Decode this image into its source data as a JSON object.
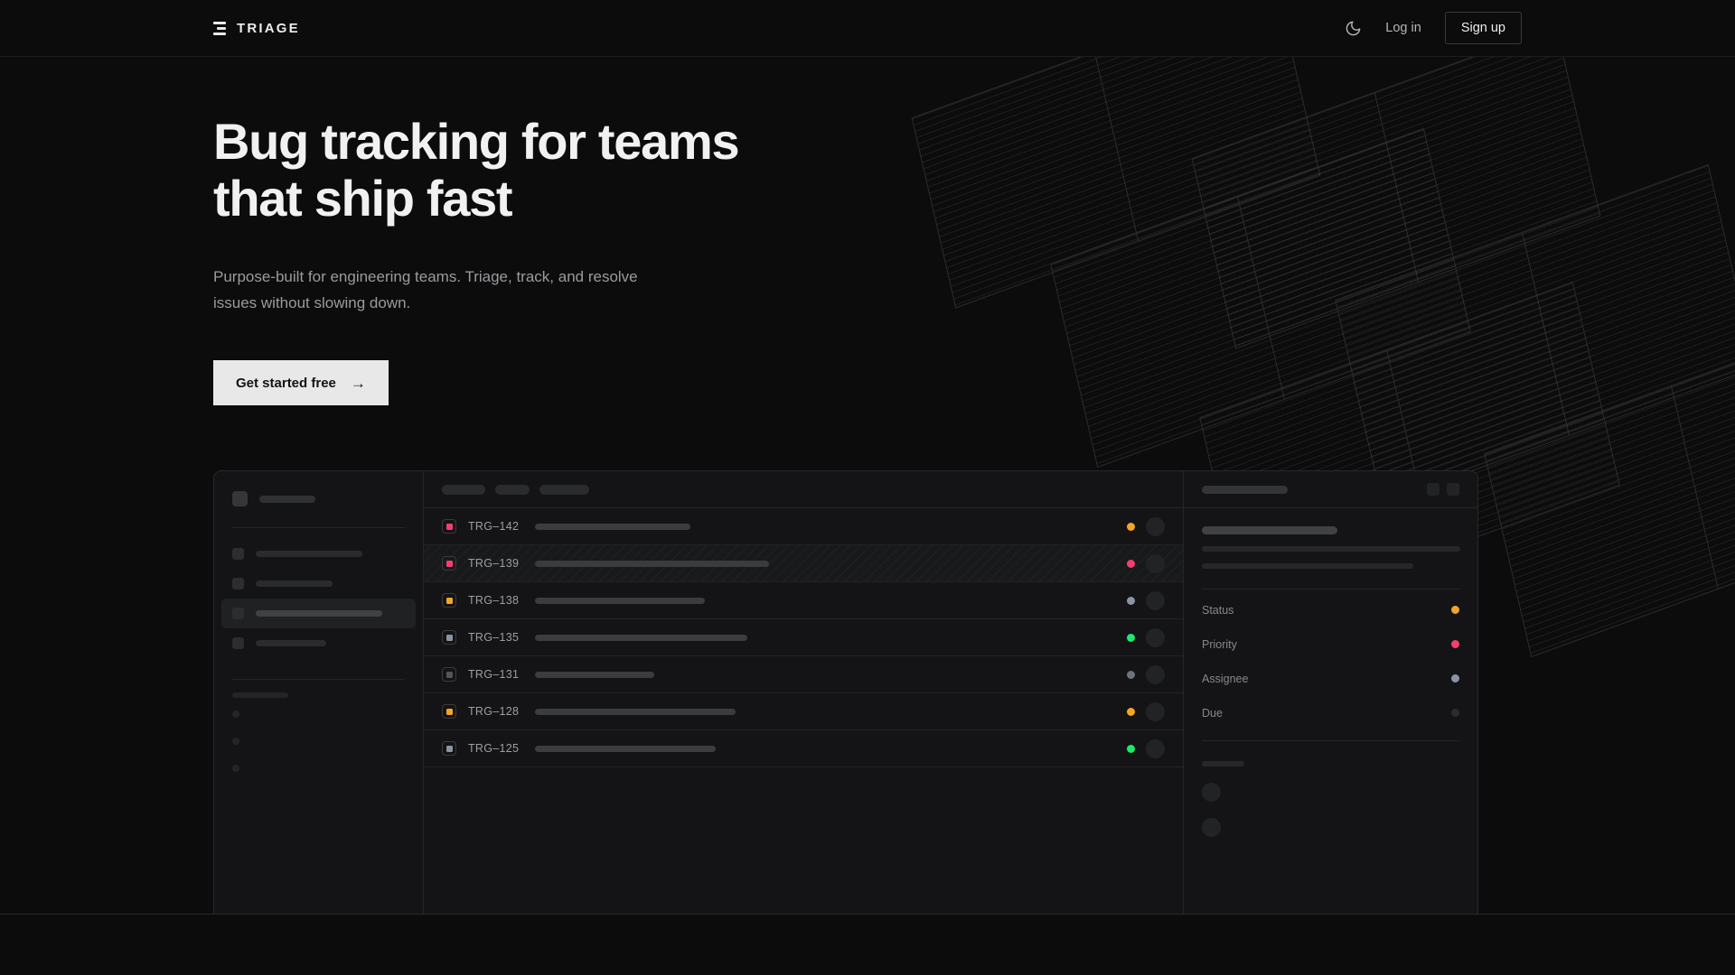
{
  "header": {
    "brand_name": "TRIAGE",
    "brand_icon": "stacked-bars-logo",
    "theme_toggle_icon": "moon-icon",
    "login_label": "Log in",
    "signup_label": "Sign up"
  },
  "hero": {
    "headline": "Bug tracking for teams that ship fast",
    "subheadline": "Purpose-built for engineering teams. Triage, track, and resolve issues without slowing down.",
    "cta_label": "Get started free",
    "cta_arrow": "→"
  },
  "app": {
    "sidebar": {
      "nav_item_count": 4,
      "active_index": 2,
      "sub_item_count": 3
    },
    "toolbar": {
      "chip_count": 3
    },
    "rows": [
      {
        "id": "TRG–142",
        "badge_color": "#f43f6e",
        "status_color": "#f5a524",
        "hatched": false,
        "title_width": 172
      },
      {
        "id": "TRG–139",
        "badge_color": "#f43f6e",
        "status_color": "#f43f6e",
        "hatched": true,
        "title_width": 259
      },
      {
        "id": "TRG–138",
        "badge_color": "#f5a524",
        "status_color": "#8c93a6",
        "hatched": false,
        "title_width": 188
      },
      {
        "id": "TRG–135",
        "badge_color": "#8c93a6",
        "status_color": "#1ae96e",
        "hatched": false,
        "title_width": 235
      },
      {
        "id": "TRG–131",
        "badge_color": "#53555a",
        "status_color": "#6e737f",
        "hatched": false,
        "title_width": 132
      },
      {
        "id": "TRG–128",
        "badge_color": "#f5a524",
        "status_color": "#f5a524",
        "hatched": false,
        "title_width": 222
      },
      {
        "id": "TRG–125",
        "badge_color": "#8c93a6",
        "status_color": "#1ae96e",
        "hatched": false,
        "title_width": 200
      }
    ],
    "detail": {
      "action_button_count": 2,
      "fields": [
        {
          "label": "Status",
          "value_color": "#f5a524"
        },
        {
          "label": "Priority",
          "value_color": "#f43f6e"
        },
        {
          "label": "Assignee",
          "value_color": "#8c93a6"
        },
        {
          "label": "Due",
          "value_color": "#2b2c2e"
        }
      ],
      "activity_avatar_count": 2
    }
  },
  "colors": {
    "page_bg": "#0c0c0d",
    "panel_bg": "#141416",
    "border": "#272829",
    "text_primary": "#f1f1f2",
    "text_muted": "#9a9b9e",
    "accent_cta_bg": "#e8e8e8",
    "accent_amber": "#f5a524",
    "accent_pink": "#f43f6e",
    "accent_green": "#1ae96e",
    "accent_slate": "#8c93a6"
  }
}
